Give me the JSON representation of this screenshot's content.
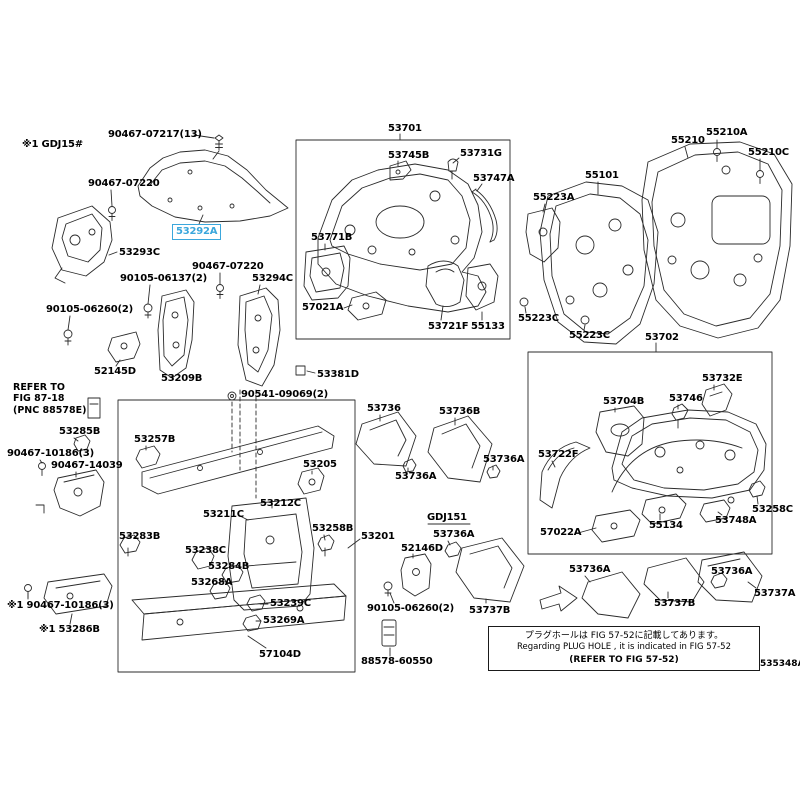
{
  "diagram": {
    "id": "535348A",
    "highlighted_part": "53292A",
    "highlight_color": "#3ba7dc",
    "background": "#ffffff",
    "line_color": "#2b2b2b"
  },
  "labels": [
    {
      "text": "※1 GDJ15#"
    },
    {
      "text": "90467-07217(13)"
    },
    {
      "text": "53701"
    },
    {
      "text": "53745B"
    },
    {
      "text": "53731G"
    },
    {
      "text": "53747A"
    },
    {
      "text": "55210"
    },
    {
      "text": "55210A"
    },
    {
      "text": "55210C"
    },
    {
      "text": "55101"
    },
    {
      "text": "90467-07220"
    },
    {
      "text": "53293C"
    },
    {
      "text": "53292A"
    },
    {
      "text": "53771B"
    },
    {
      "text": "55223A"
    },
    {
      "text": "90467-07220"
    },
    {
      "text": "90105-06137(2)"
    },
    {
      "text": "53294C"
    },
    {
      "text": "90105-06260(2)"
    },
    {
      "text": "57021A"
    },
    {
      "text": "53721F"
    },
    {
      "text": "55133"
    },
    {
      "text": "55223C"
    },
    {
      "text": "55223C"
    },
    {
      "text": "53702"
    },
    {
      "text": "52145D"
    },
    {
      "text": "53209B"
    },
    {
      "text": "53381D"
    },
    {
      "text": "90541-09069(2)"
    },
    {
      "text": "53285B"
    },
    {
      "text": "53257B"
    },
    {
      "text": "90467-10186(3)"
    },
    {
      "text": "90467-14039"
    },
    {
      "text": "53205"
    },
    {
      "text": "53736"
    },
    {
      "text": "53736B"
    },
    {
      "text": "53736A"
    },
    {
      "text": "53736A"
    },
    {
      "text": "53704B"
    },
    {
      "text": "53746"
    },
    {
      "text": "53732E"
    },
    {
      "text": "53722F"
    },
    {
      "text": "53211C"
    },
    {
      "text": "53212C"
    },
    {
      "text": "53283B"
    },
    {
      "text": "53238C"
    },
    {
      "text": "53258B"
    },
    {
      "text": "53201"
    },
    {
      "text": "52146D"
    },
    {
      "text": "GDJ151"
    },
    {
      "text": "53736A"
    },
    {
      "text": "57022A"
    },
    {
      "text": "55134"
    },
    {
      "text": "53748A"
    },
    {
      "text": "53258C"
    },
    {
      "text": "53284B"
    },
    {
      "text": "53268A"
    },
    {
      "text": "53239C"
    },
    {
      "text": "53269A"
    },
    {
      "text": "90105-06260(2)"
    },
    {
      "text": "53736A"
    },
    {
      "text": "53736A"
    },
    {
      "text": "53737B"
    },
    {
      "text": "53737A"
    },
    {
      "text": "※1 90467-10186(3)"
    },
    {
      "text": "※1 53286B"
    },
    {
      "text": "57104D"
    },
    {
      "text": "88578-60550"
    },
    {
      "text": "53737B"
    }
  ],
  "refer_note": {
    "line1": "REFER TO",
    "line2": "FIG 87-18",
    "line3": "(PNC 88578E)"
  },
  "plug_note": {
    "jp": "プラグホールは FIG 57-52に記載してあります。",
    "en": "Regarding  PLUG  HOLE , it is indicated in FIG 57-52",
    "refer": "(REFER TO FIG 57-52)"
  }
}
